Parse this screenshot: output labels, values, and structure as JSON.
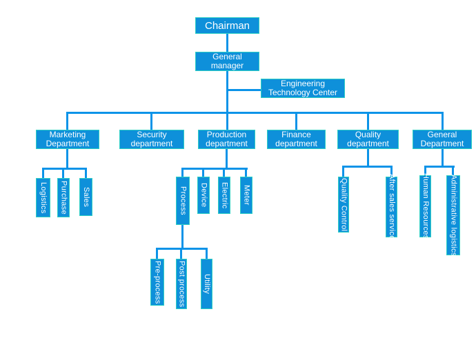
{
  "diagram": {
    "type": "org-chart",
    "colors": {
      "node_fill": "#0e90da",
      "node_border": "#2fd0c4",
      "connector": "#0b93e8",
      "text": "#ffffff",
      "background": "#ffffff"
    },
    "nodes": {
      "chairman": "Chairman",
      "general_manager": "General\nmanager",
      "engineering_technology_center": "Engineering\nTechnology Center",
      "marketing_department": "Marketing\nDepartment",
      "security_department": "Security\ndepartment",
      "production_department": "Production\ndepartment",
      "finance_department": "Finance\ndepartment",
      "quality_department": "Quality\ndepartment",
      "general_department": "General\nDepartment",
      "logistics": "Logistics",
      "purchase": "Purchase",
      "sales": "Sales",
      "process": "Process",
      "device": "Device",
      "electric": "Electric",
      "meter": "Meter",
      "pre_process": "Pre-process",
      "post_process": "Post process",
      "utility": "Utility",
      "quality_control": "Quality Control",
      "after_sales_service": "After sales service",
      "human_resources": "Human Resources",
      "administrative_logistics": "Administrative logistics"
    },
    "structure": [
      {
        "parent": "Chairman",
        "child": "General manager"
      },
      {
        "parent": "General manager",
        "child": "Engineering Technology Center"
      },
      {
        "parent": "General manager",
        "child": "Marketing Department"
      },
      {
        "parent": "General manager",
        "child": "Security department"
      },
      {
        "parent": "General manager",
        "child": "Production department"
      },
      {
        "parent": "General manager",
        "child": "Finance department"
      },
      {
        "parent": "General manager",
        "child": "Quality department"
      },
      {
        "parent": "General manager",
        "child": "General Department"
      },
      {
        "parent": "Marketing Department",
        "child": "Logistics"
      },
      {
        "parent": "Marketing Department",
        "child": "Purchase"
      },
      {
        "parent": "Marketing Department",
        "child": "Sales"
      },
      {
        "parent": "Production department",
        "child": "Process"
      },
      {
        "parent": "Production department",
        "child": "Device"
      },
      {
        "parent": "Production department",
        "child": "Electric"
      },
      {
        "parent": "Production department",
        "child": "Meter"
      },
      {
        "parent": "Process",
        "child": "Pre-process"
      },
      {
        "parent": "Process",
        "child": "Post process"
      },
      {
        "parent": "Process",
        "child": "Utility"
      },
      {
        "parent": "Quality department",
        "child": "Quality Control"
      },
      {
        "parent": "Quality department",
        "child": "After sales service"
      },
      {
        "parent": "General Department",
        "child": "Human Resources"
      },
      {
        "parent": "General Department",
        "child": "Administrative logistics"
      }
    ]
  }
}
